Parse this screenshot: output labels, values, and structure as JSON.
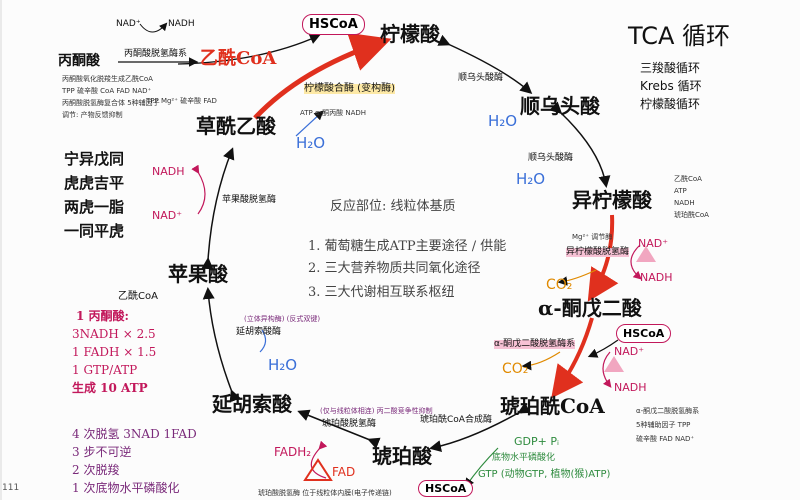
{
  "title": {
    "main": "TCA 循环",
    "aliases": [
      "三羧酸循环",
      "Krebs 循环",
      "柠檬酸循环"
    ]
  },
  "nodes": {
    "citrate": "柠檬酸",
    "cis_aconitate": "顺乌头酸",
    "isocitrate": "异柠檬酸",
    "alpha_kg": "α-酮戊二酸",
    "succinyl_coa": "琥珀酰CoA",
    "succinate": "琥珀酸",
    "fumarate": "延胡索酸",
    "malate": "苹果酸",
    "oxaloacetate": "草酰乙酸",
    "acetyl_coa": "乙酰CoA",
    "pyruvate": "丙酮酸"
  },
  "cofactors": {
    "hscoa_top": "HSCoA",
    "hscoa_mid": "HSCoA",
    "hscoa_bottom": "HSCoA",
    "nad_top": "NAD⁺",
    "nadh_top": "NADH",
    "nad_iso": "NAD⁺",
    "nadh_iso": "NADH",
    "nad_akg": "NAD⁺",
    "nadh_akg": "NADH",
    "nadh_mal": "NADH",
    "nad_mal": "NAD⁺",
    "co2_iso": "CO₂",
    "co2_akg": "CO₂",
    "h2o_citrate": "H₂O",
    "h2o_cis": "H₂O",
    "h2o_cis2": "H₂O",
    "h2o_fum": "H₂O",
    "fadh2": "FADH₂",
    "fad": "FAD",
    "gdp_pi": "GDP+ Pᵢ",
    "gtp": "GTP (动物GTP, 植物(猴)ATP)",
    "atp_row": "ATP  α-酮丙酸 NADH"
  },
  "enzymes": {
    "pdh": "丙酮酸脱氢酶系",
    "citrate_synthase": "柠檬酸合酶 (变构酶)",
    "aconitase1": "顺乌头酸酶",
    "aconitase2": "顺乌头酸酶",
    "idh": "异柠檬酸脱氢酶",
    "akgdh": "α-酮戊二酸脱氢酶系",
    "scs": "琥珀酰CoA合成酶",
    "substrate_phos": "底物水平磷酸化",
    "sdh": "琥珀酸脱氢酶",
    "fumarase": "延胡索酸酶",
    "mdh": "苹果酸脱氢酶",
    "idh_note": "Mg²⁺ 调节酶",
    "fumarase_note": "(立体异构酶) (反式双键)",
    "sdh_note": "(仅与线粒体相连) 丙二酸竞争性抑制"
  },
  "center": {
    "heading": "反应部位: 线粒体基质",
    "items": [
      "1. 葡萄糖生成ATP主要途径 / 供能",
      "2. 三大营养物质共同氧化途径",
      "3. 三大代谢相互联系枢纽"
    ]
  },
  "mnemonic": [
    "宁异戊同",
    "虎虎吉平",
    "两虎一脂",
    "一同平虎"
  ],
  "atp_calc": {
    "heading": "1 丙酮酸:",
    "lines": [
      "3NADH  × 2.5",
      "1 FADH  × 1.5",
      "1 GTP/ATP",
      "生成 10 ATP"
    ]
  },
  "summary": [
    "4 次脱氢 3NAD 1FAD",
    "3 步不可逆",
    "2 次脱羧",
    "1 次底物水平磷酸化"
  ],
  "side_label": "乙酰CoA",
  "left_notes": [
    "丙酮酸氧化脱羧生成乙酰CoA",
    "TPP 硫辛酸 CoA FAD NAD⁺",
    "丙酮酸脱氢酶复合体 5种辅因子",
    "调节: 产物反馈抑制"
  ],
  "small_notes": {
    "pdh_cofactors": "TPP  Mg²⁺ 硫辛酸  FAD",
    "akg_notes": [
      "α-酮戊二酸脱氢酶系",
      "5种辅助因子 TPP",
      "硫辛酸 FAD NAD⁺"
    ],
    "iso_notes": [
      "乙酰CoA",
      "ATP",
      "NADH",
      "琥珀酰CoA"
    ],
    "bottom_note": "琥珀酸脱氢酶 位于线粒体内膜(电子传递链)"
  },
  "page_number": "111"
}
